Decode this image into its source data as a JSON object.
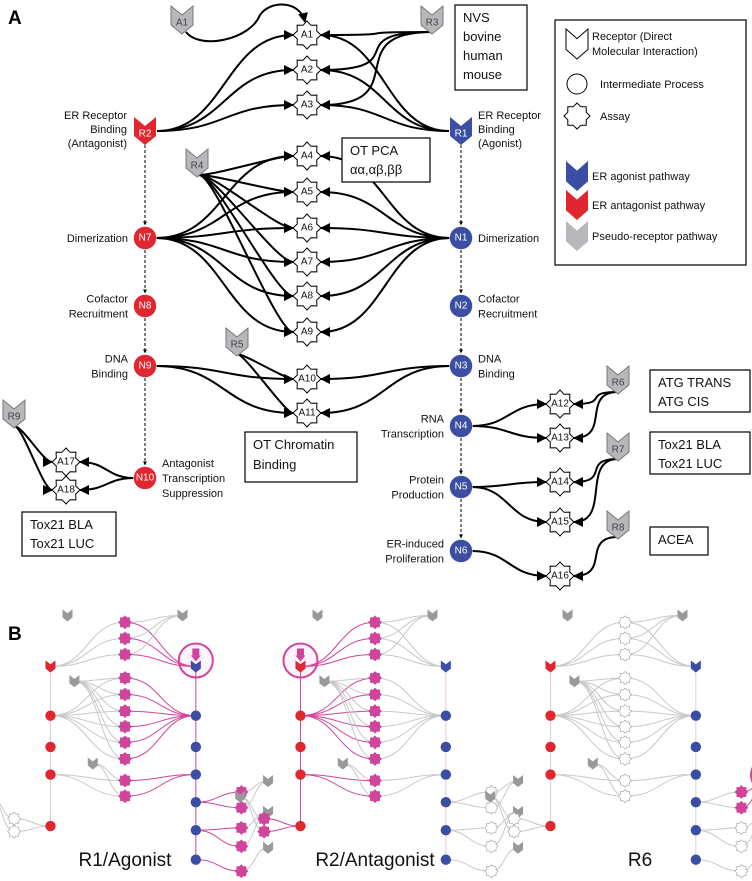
{
  "panels": {
    "A": {
      "letter": "A"
    },
    "B": {
      "letter": "B"
    }
  },
  "colors": {
    "agonist": "#3a4ea3",
    "antagonist": "#e0262f",
    "pseudo": "#b8b8bc",
    "highlight": "#d0449c",
    "inactive_edge": "#c8c8c8"
  },
  "receptors": [
    {
      "id": "R1",
      "label": "R1",
      "type": "agonist",
      "desc": [
        "ER Receptor",
        "Binding",
        "(Agonist)"
      ]
    },
    {
      "id": "R2",
      "label": "R2",
      "type": "antagonist",
      "desc": [
        "ER Receptor",
        "Binding",
        "(Antagonist)"
      ]
    },
    {
      "id": "R3",
      "label": "R3",
      "type": "pseudo"
    },
    {
      "id": "R3b",
      "label": "A1",
      "type": "pseudo"
    },
    {
      "id": "R4",
      "label": "R4",
      "type": "pseudo"
    },
    {
      "id": "R5",
      "label": "R5",
      "type": "pseudo"
    },
    {
      "id": "R6",
      "label": "R6",
      "type": "pseudo"
    },
    {
      "id": "R7",
      "label": "R7",
      "type": "pseudo"
    },
    {
      "id": "R8",
      "label": "R8",
      "type": "pseudo"
    },
    {
      "id": "R9",
      "label": "R9",
      "type": "pseudo"
    }
  ],
  "intermediates": [
    {
      "id": "N1",
      "label": "N1",
      "type": "agonist",
      "desc": [
        "Dimerization"
      ]
    },
    {
      "id": "N2",
      "label": "N2",
      "type": "agonist",
      "desc": [
        "Cofactor",
        "Recruitment"
      ]
    },
    {
      "id": "N3",
      "label": "N3",
      "type": "agonist",
      "desc": [
        "DNA",
        "Binding"
      ]
    },
    {
      "id": "N4",
      "label": "N4",
      "type": "agonist",
      "desc": [
        "RNA",
        "Transcription"
      ]
    },
    {
      "id": "N5",
      "label": "N5",
      "type": "agonist",
      "desc": [
        "Protein",
        "Production"
      ]
    },
    {
      "id": "N6",
      "label": "N6",
      "type": "agonist",
      "desc": [
        "ER-induced",
        "Proliferation"
      ]
    },
    {
      "id": "N7",
      "label": "N7",
      "type": "antagonist",
      "desc": [
        "Dimerization"
      ]
    },
    {
      "id": "N8",
      "label": "N8",
      "type": "antagonist",
      "desc": [
        "Cofactor",
        "Recruitment"
      ]
    },
    {
      "id": "N9",
      "label": "N9",
      "type": "antagonist",
      "desc": [
        "DNA",
        "Binding"
      ]
    },
    {
      "id": "N10",
      "label": "N10",
      "type": "antagonist",
      "desc": [
        "Antagonist",
        "Transcription",
        "Suppression"
      ]
    }
  ],
  "assays": [
    "A1",
    "A2",
    "A3",
    "A4",
    "A5",
    "A6",
    "A7",
    "A8",
    "A9",
    "A10",
    "A11",
    "A12",
    "A13",
    "A14",
    "A15",
    "A16",
    "A17",
    "A18"
  ],
  "assay_groups": {
    "nvs": [
      "NVS",
      "bovine",
      "human",
      "mouse"
    ],
    "ot_pca": [
      "OT PCA",
      "αα,αβ,ββ"
    ],
    "ot_chromatin": [
      "OT Chromatin",
      "Binding"
    ],
    "atg": [
      "ATG TRANS",
      "ATG CIS"
    ],
    "tox21_right": [
      "Tox21 BLA",
      "Tox21 LUC"
    ],
    "acea": [
      "ACEA"
    ],
    "tox21_left": [
      "Tox21 BLA",
      "Tox21 LUC"
    ]
  },
  "legend": {
    "items": [
      {
        "shape": "receptor",
        "label": [
          "Receptor (Direct",
          "Molecular Interaction)"
        ]
      },
      {
        "shape": "circle",
        "label": [
          "Intermediate Process"
        ]
      },
      {
        "shape": "star",
        "label": [
          "Assay"
        ]
      },
      {
        "shape": "receptor-agonist",
        "label": [
          "ER agonist pathway"
        ]
      },
      {
        "shape": "receptor-antagonist",
        "label": [
          "ER antagonist pathway"
        ]
      },
      {
        "shape": "receptor-pseudo",
        "label": [
          "Pseudo-receptor pathway"
        ]
      }
    ]
  },
  "panel_b": {
    "views": [
      {
        "caption": "R1/Agonist",
        "highlight_receptor": "R1",
        "active_assays": [
          "A1",
          "A2",
          "A3",
          "A4",
          "A5",
          "A6",
          "A7",
          "A8",
          "A9",
          "A10",
          "A11",
          "A12",
          "A13",
          "A14",
          "A15",
          "A16"
        ]
      },
      {
        "caption": "R2/Antagonist",
        "highlight_receptor": "R2",
        "active_assays": [
          "A1",
          "A2",
          "A3",
          "A4",
          "A5",
          "A6",
          "A7",
          "A8",
          "A9",
          "A10",
          "A11",
          "A17",
          "A18"
        ]
      },
      {
        "caption": "R6",
        "highlight_receptor": "R6",
        "active_assays": [
          "A12",
          "A13"
        ]
      }
    ]
  }
}
